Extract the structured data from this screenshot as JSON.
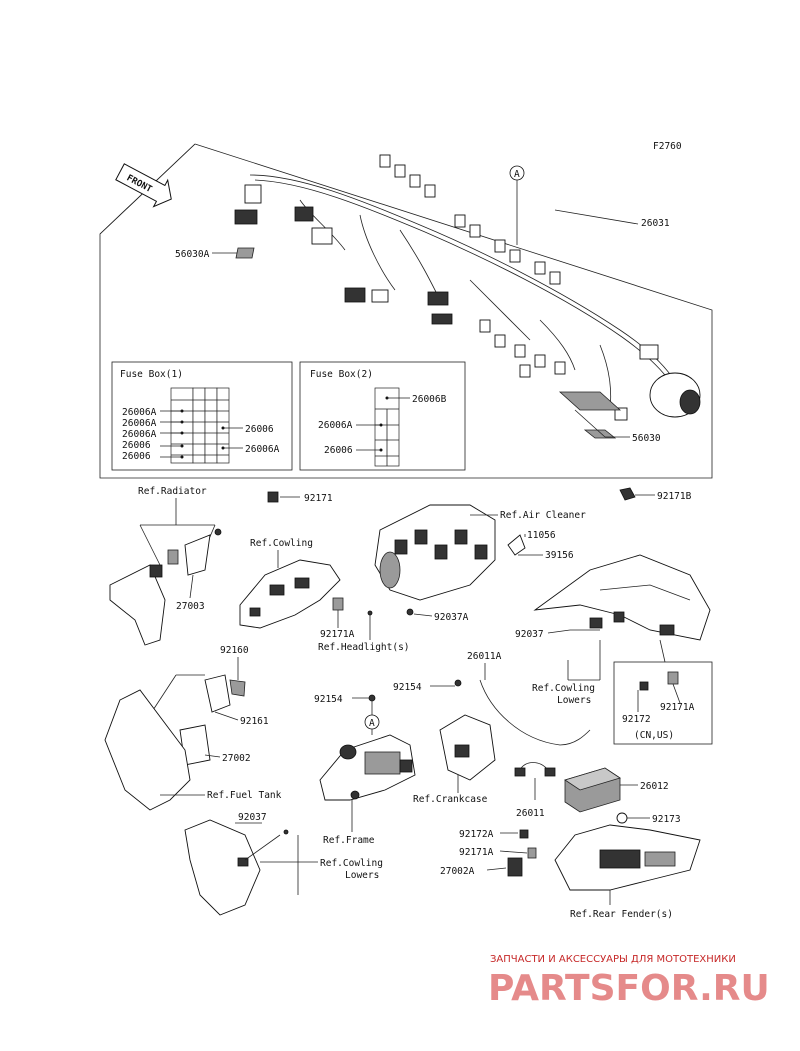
{
  "diagram": {
    "code": "F2760",
    "front_arrow": "FRONT",
    "callout_a": "A",
    "fusebox1": {
      "title": "Fuse Box(1)",
      "left_labels": [
        "26006A",
        "26006A",
        "26006A",
        "26006",
        "26006"
      ],
      "right_labels": [
        "26006",
        "26006A"
      ]
    },
    "fusebox2": {
      "title": "Fuse Box(2)",
      "labels": [
        "26006B",
        "26006A",
        "26006"
      ]
    },
    "parts": {
      "p26031": "26031",
      "p56030a": "56030A",
      "p56030": "56030",
      "p92171": "92171",
      "p92171b": "92171B",
      "p11056": "11056",
      "p39156": "39156",
      "p27003": "27003",
      "p92171a_1": "92171A",
      "p92037a": "92037A",
      "p92037_1": "92037",
      "p92160": "92160",
      "p92161": "92161",
      "p27002": "27002",
      "p26011a": "26011A",
      "p92154_1": "92154",
      "p92154_2": "92154",
      "p92172_1": "92172",
      "p92171a_2": "92171A",
      "p26012": "26012",
      "p26011": "26011",
      "p92173": "92173",
      "p92172a": "92172A",
      "p92171a_3": "92171A",
      "p27002a": "27002A",
      "p92037_2": "92037"
    },
    "refs": {
      "radiator": "Ref.Radiator",
      "cowling": "Ref.Cowling",
      "air_cleaner": "Ref.Air Cleaner",
      "headlights": "Ref.Headlight(s)",
      "cowling_lowers_1": [
        "Ref.Cowling",
        "Lowers"
      ],
      "fuel_tank": "Ref.Fuel Tank",
      "frame": "Ref.Frame",
      "crankcase": "Ref.Crankcase",
      "cowling_lowers_2": [
        "Ref.Cowling",
        "Lowers"
      ],
      "rear_fender": "Ref.Rear Fender(s)"
    },
    "region_note": "(CN,US)"
  },
  "watermark": {
    "line1": "ЗАПЧАСТИ И АКСЕССУАРЫ ДЛЯ МОТОТЕХНИКИ",
    "line2": "PARTSFOR.RU"
  }
}
